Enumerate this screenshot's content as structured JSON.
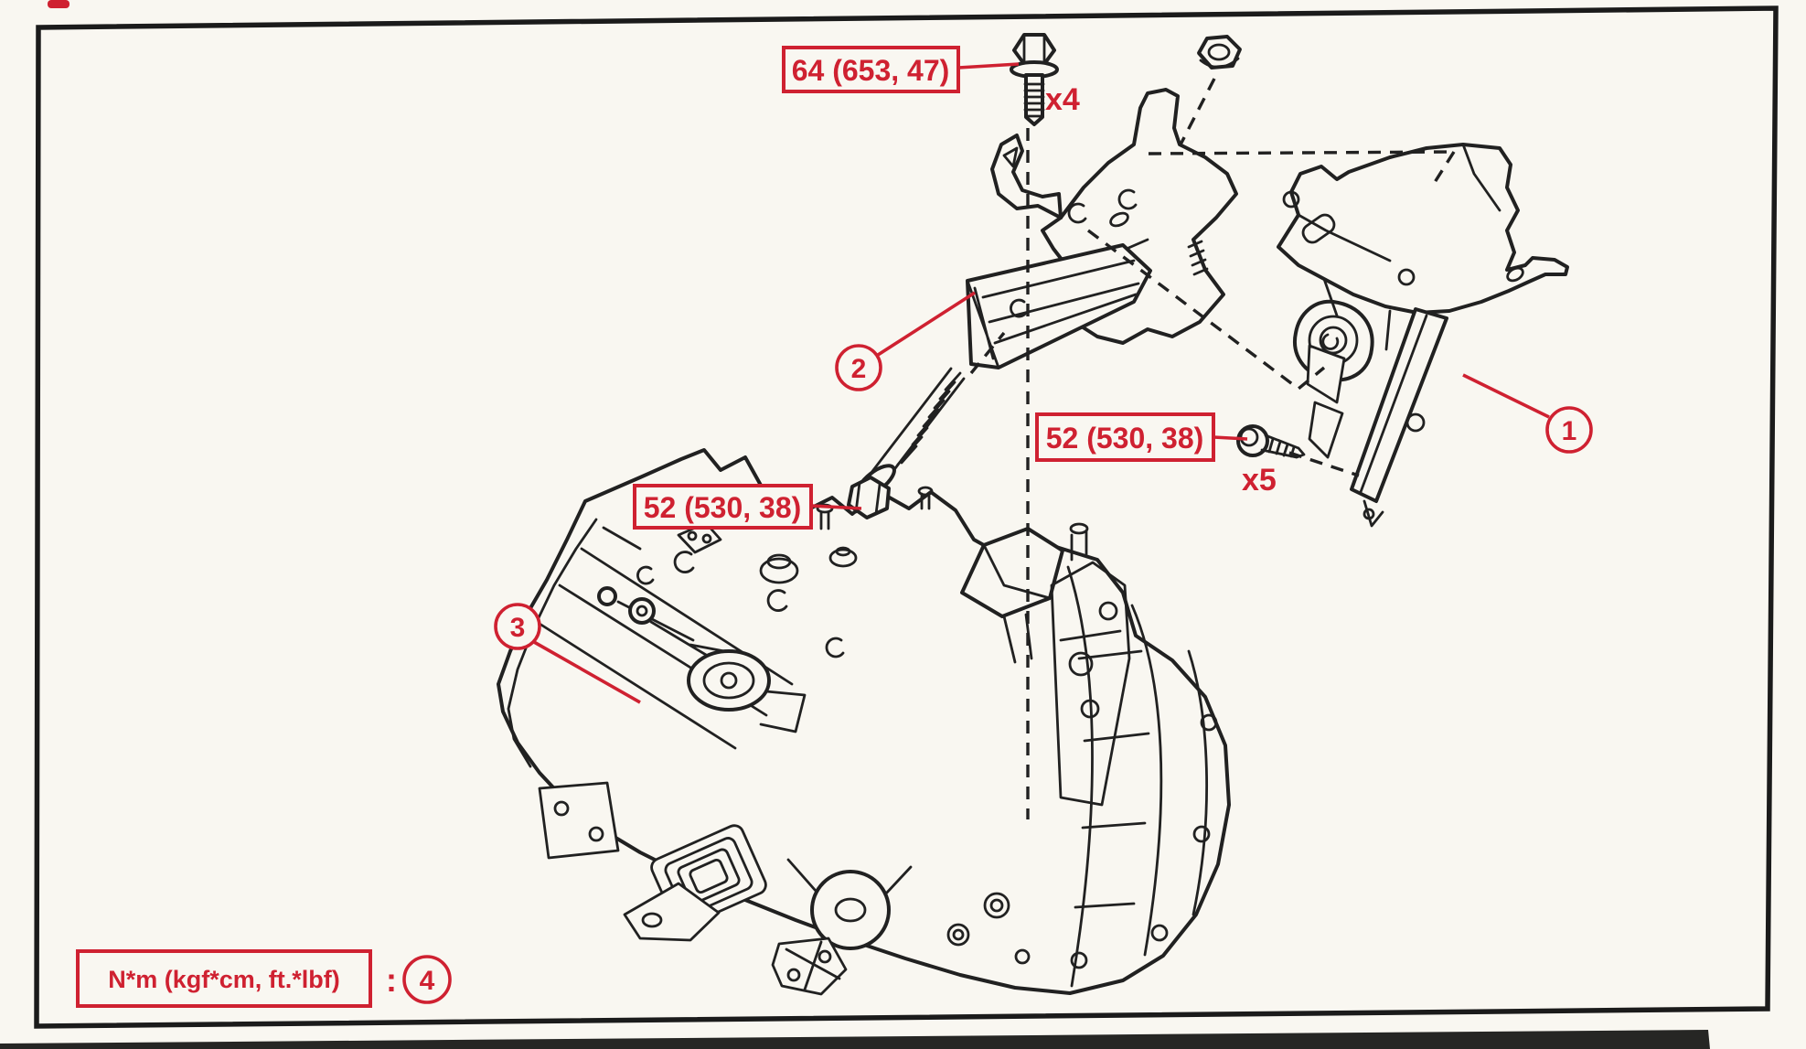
{
  "figure": {
    "type": "exploded-view service-manual diagram",
    "subject": "transaxle and engine mounting brackets",
    "torque_boxes": [
      {
        "label": "64 (653, 47)",
        "qty": "x4"
      },
      {
        "label": "52 (530, 38)",
        "qty": "x5"
      },
      {
        "label": "52 (530, 38)",
        "qty": ""
      }
    ],
    "part_numbers": [
      "1",
      "2",
      "3"
    ],
    "legend": {
      "unit_label": "N*m (kgf*cm, ft.*lbf)",
      "separator": ":",
      "number": "4"
    },
    "colors": {
      "annotation_red": "#cf2131",
      "line_ink": "#212121",
      "paper": "#f9f7f1"
    }
  }
}
